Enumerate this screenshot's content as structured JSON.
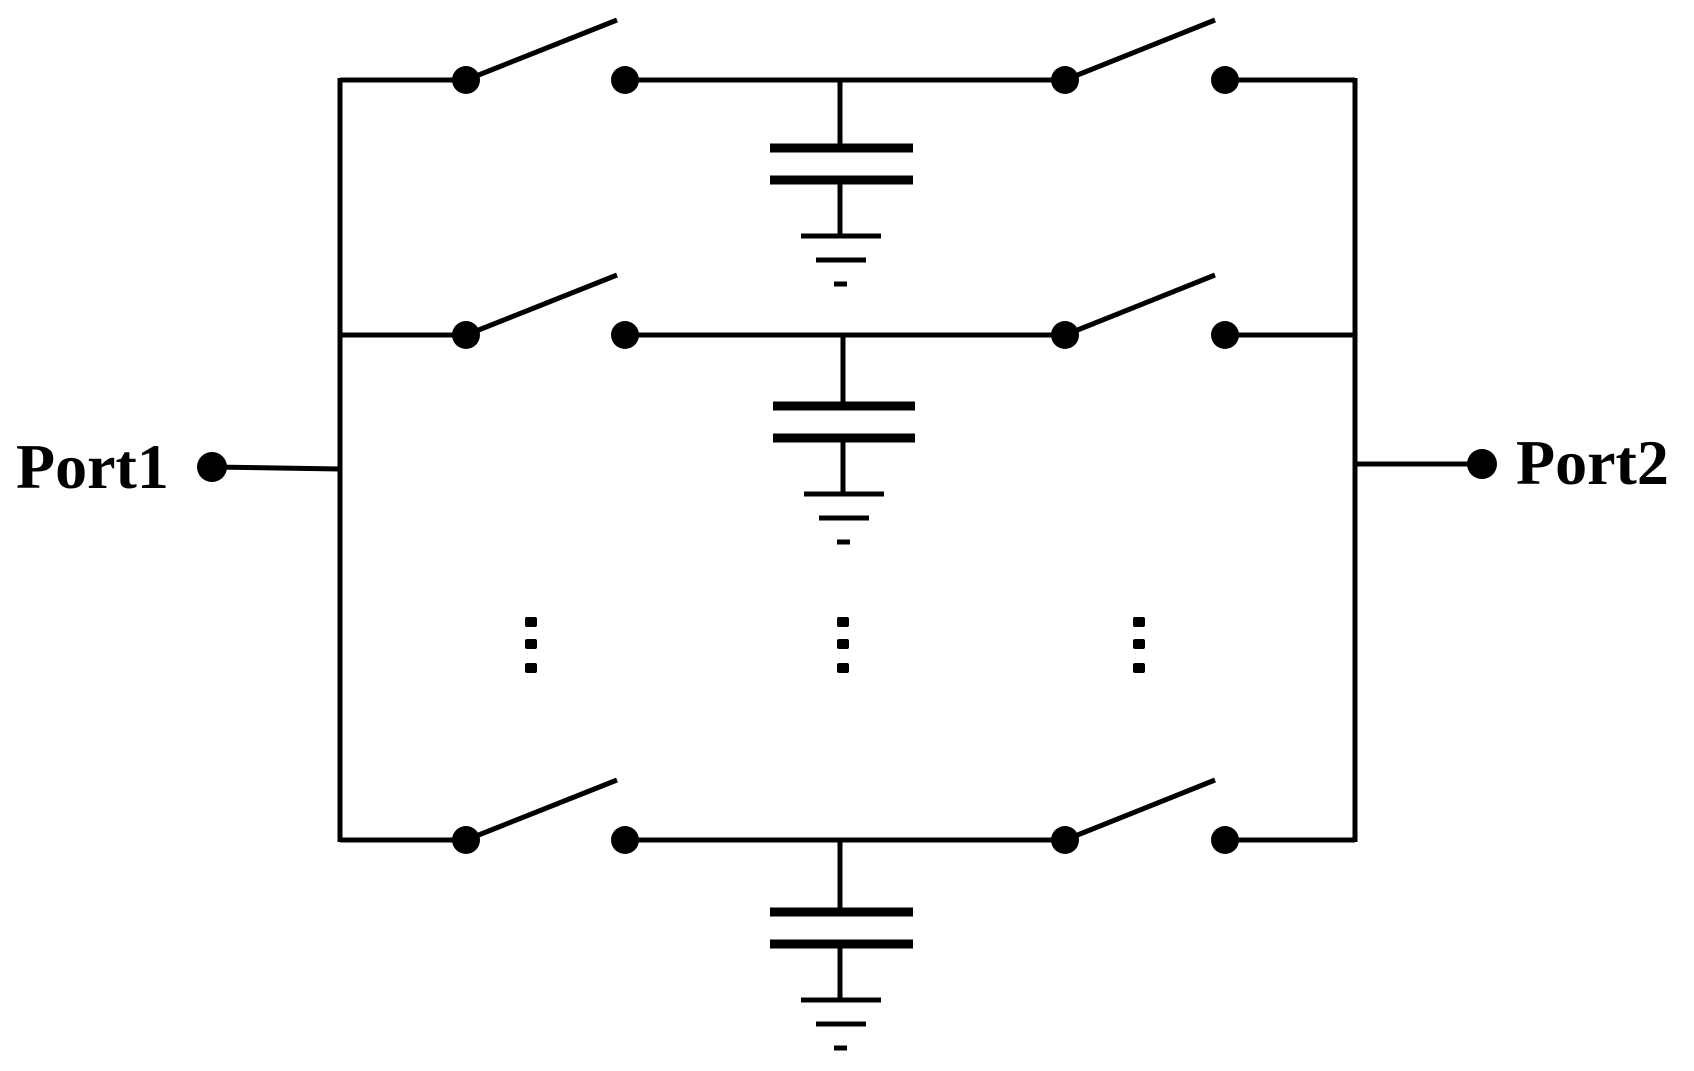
{
  "diagram": {
    "ports": {
      "left_label": "Port1",
      "right_label": "Port2"
    },
    "branches": [
      {
        "id": "branch-1"
      },
      {
        "id": "branch-2"
      },
      {
        "id": "branch-n"
      }
    ],
    "continuation_marks": 3,
    "colors": {
      "stroke": "#000000",
      "background": "#ffffff"
    }
  }
}
